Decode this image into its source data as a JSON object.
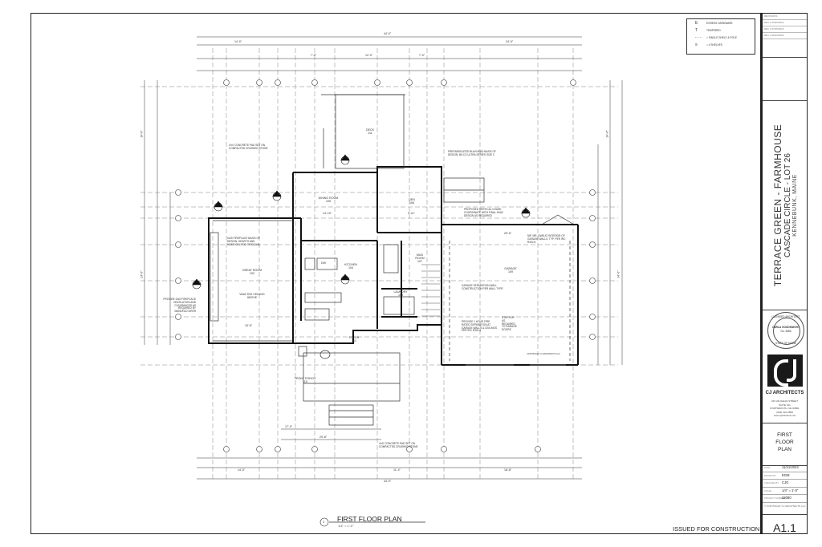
{
  "legend": {
    "items": [
      {
        "symbol": "E",
        "text": "EGRESS HARDWARE"
      },
      {
        "symbol": "T",
        "text": "TEMPERED"
      },
      {
        "symbol": "- - -",
        "text": "= SINGLE SHELF & POLE"
      },
      {
        "symbol": "≡",
        "text": "= 4 SHELVES"
      }
    ]
  },
  "rooms": {
    "deck": {
      "name": "DECK",
      "num": "111"
    },
    "dining": {
      "name": "DINING ROOM",
      "num": "105"
    },
    "den": {
      "name": "DEN",
      "num": "106"
    },
    "great": {
      "name": "GREAT ROOM",
      "num": "102"
    },
    "vaulted": "VAULTED CEILING ABOVE",
    "kitchen": {
      "name": "KITCHEN",
      "num": "104"
    },
    "mud": {
      "name": "MUD ROOM",
      "num": "107"
    },
    "laundry": {
      "name": "LAUNDRY",
      "num": "108"
    },
    "garage": {
      "name": "GARAGE",
      "num": "109"
    },
    "foyer": {
      "name": "FOYER",
      "num": "101"
    },
    "porch": {
      "name": "FRONT PORCH",
      "num": "110"
    },
    "dw": "DW"
  },
  "notes": {
    "concrete_pad_top": "4'x4' CONCRETE PAD SET ON COMPACTED CRUSHED STONE",
    "bulkhead": "PREFABRICATED BULKHEAD BASIS OF DESIGN: BILCO ULTRA SERIES SIZE C",
    "chase": "PROPOSED VERTICAL CHASE, COORDINATE WITH FINAL HVAC DESIGN AS REQUIRED",
    "gas_fireplace": "GAS FIREPLACE BASIS OF DESIGN: HEARTH AND HOME DVL5732 OR EQUAL",
    "provide_gas": "PROVIDE GAS FIREPLACE VENTILATION AND CLEARANCES AS REQUIRED BY MANUFACTURER",
    "gyp": "5/8\" MR. GWB AT INTERIOR OF GARAGE WALLS, TYP. PER IRC R302.6",
    "garage_sep": "GARAGE SEPARATION WALL CONSTRUCTION PER WALL TYPE",
    "fire_door": "PROVIDE 1 HOUR FIRE RATED SEPARATION AT GARAGE WALLS & CEILINGS PER IRC R302.6",
    "steps": "STEPS UP AS REQUIRED TO GARAGE DOORS",
    "concrete_pad_bot": "4'x5' CONCRETE PAD SET ON COMPACTED CRUSHED STONE",
    "copyright": "COPYRIGHT CJ ARCHITECTS LLC"
  },
  "dims": {
    "top_overall": "44'-0\"",
    "top_14": "14'-0\"",
    "top_24": "24'-0\"",
    "top_7a": "7'-0\"",
    "top_12": "12'-0\"",
    "top_7b": "7'-0\"",
    "bot_overall": "44'-0\"",
    "bot_14": "14'-0\"",
    "bot_11": "11'-4\"",
    "bot_18": "18'-8\"",
    "bot_17": "17'-0\"",
    "bot_29": "29'-8\"",
    "left_24": "24'-0\"",
    "left_14": "14'-0\"",
    "right_34": "34'-0\"",
    "right_14": "14'-0\"",
    "garage_w": "25'-6\"",
    "great_w": "15'-6\"",
    "dining_w": "14'-10\"",
    "den_w": "9'-11\""
  },
  "drawing": {
    "number": "1",
    "title": "FIRST FLOOR PLAN",
    "scale": "1/4\" = 1'-0\""
  },
  "issued": "ISSUED FOR CONSTRUCTION",
  "titleblock": {
    "revisions_header": "REVISIONS",
    "revisions": [
      "REV 1 05/26/2023",
      "REV 2 07/05/2023",
      "REV 3 08/15/2023"
    ],
    "project_name": "TERRACE GREEN - FARMHOUSE",
    "project_sub": "CASCADE CIRCLE - LOT 26",
    "project_loc": "KENNEBUNK, MAINE",
    "seal_top": "LICENSED ARCHITECT",
    "seal_name": "CARLA GOODKNIGHT",
    "seal_no": "No. 3686",
    "seal_state": "STATE OF MAINE",
    "firm": "CJ ARCHITECTS",
    "firm_addr": [
      "233 VAUGHAN STREET",
      "SUITE 101",
      "PORTSMOUTH, NH 03801",
      "(603) 431-2808",
      "www.cjarchitects.net"
    ],
    "sheet_title": [
      "FIRST",
      "FLOOR",
      "PLAN"
    ],
    "info": [
      {
        "k": "DATE",
        "v": "11/21/2023"
      },
      {
        "k": "DRAWN BY",
        "v": "EGM"
      },
      {
        "k": "CHECKED BY",
        "v": "CJG"
      },
      {
        "k": "SCALE",
        "v": "1/4\" = 1'-0\""
      },
      {
        "k": "PROJECT NUMBER",
        "v": "22080"
      }
    ],
    "copyright": "© COPYRIGHT CJ ARCHITECTS LLC",
    "sheet_number": "A1.1"
  }
}
